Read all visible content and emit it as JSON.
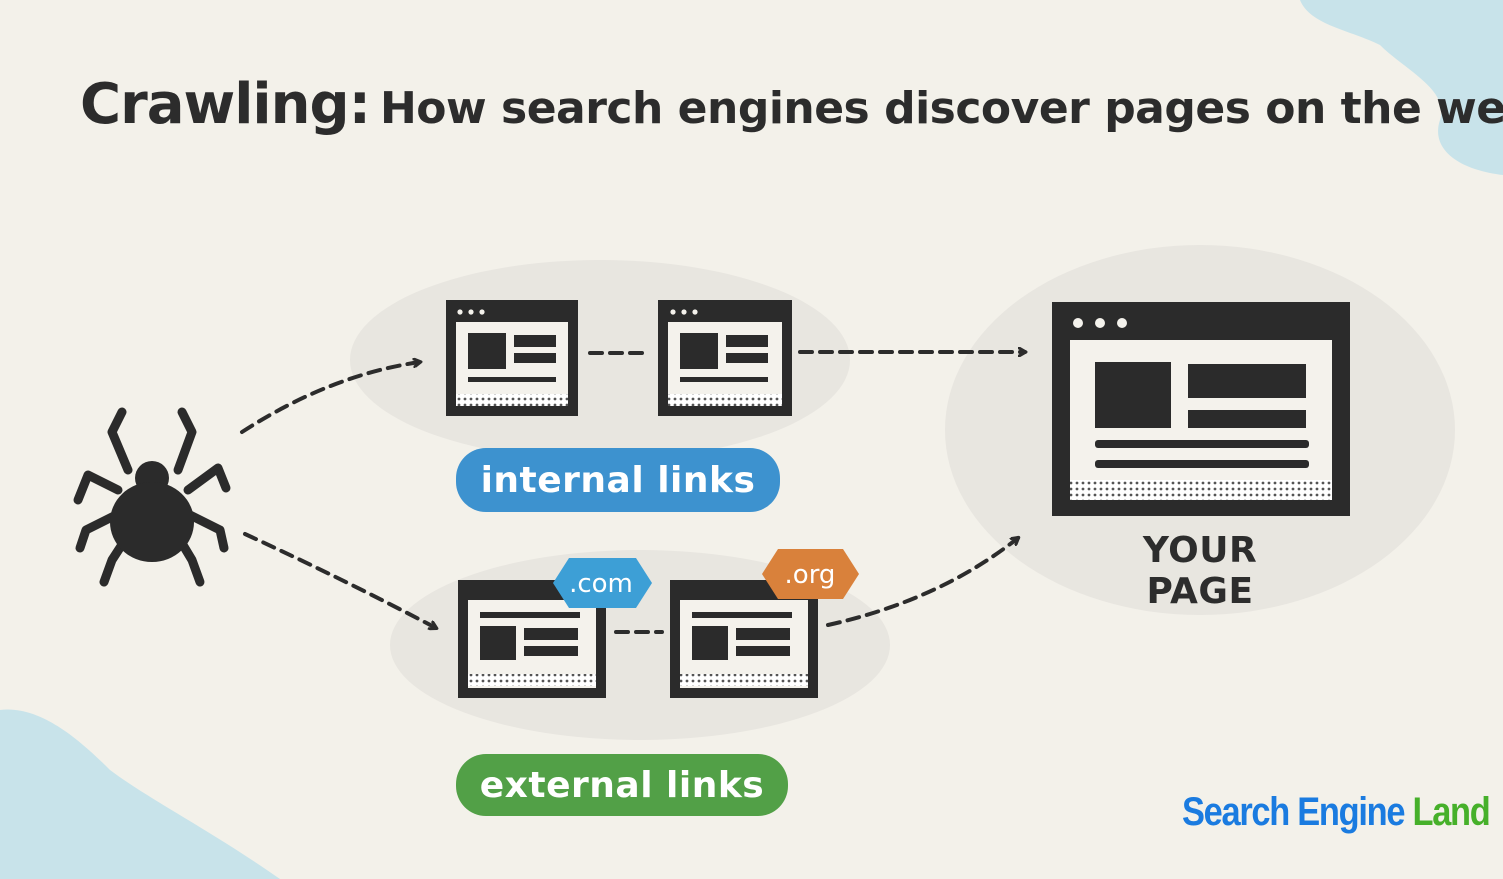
{
  "title": {
    "bold": "Crawling:",
    "rest": "How search engines discover pages on the web"
  },
  "labels": {
    "internal_links": "internal links",
    "external_links": "external links",
    "your_page": "YOUR PAGE"
  },
  "tags": {
    "com": ".com",
    "org": ".org"
  },
  "logo": {
    "part1": "Search Engine",
    "part2": "Land"
  },
  "icons": {
    "crawler": "spider-icon",
    "page": "web-page-icon"
  },
  "colors": {
    "internal": "#3d92cf",
    "external": "#52a047",
    "com_tag": "#3d9fd6",
    "org_tag": "#d9813b",
    "ink": "#2c2c2c",
    "logo_blue": "#1a7be0",
    "logo_green": "#46b02a"
  }
}
